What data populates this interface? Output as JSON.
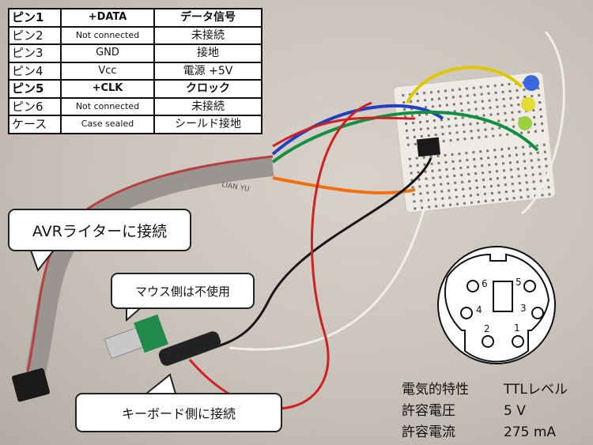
{
  "pin_table": {
    "rows": [
      {
        "pin": "ピン1",
        "signal": "+DATA",
        "meaning": "データ信号",
        "bold": true
      },
      {
        "pin": "ピン2",
        "signal": "Not connected",
        "meaning": "未接続",
        "bold": false
      },
      {
        "pin": "ピン3",
        "signal": "GND",
        "meaning": "接地",
        "bold": false
      },
      {
        "pin": "ピン4",
        "signal": "Vcc",
        "meaning": "電源 +5V",
        "bold": false
      },
      {
        "pin": "ピン5",
        "signal": "+CLK",
        "meaning": "クロック",
        "bold": true
      },
      {
        "pin": "ピン6",
        "signal": "Not connected",
        "meaning": "未接続",
        "bold": false
      },
      {
        "pin": "ケース",
        "signal": "Case sealed",
        "meaning": "シールド接地",
        "bold": false
      }
    ]
  },
  "callouts": {
    "avr": "AVRライターに接続",
    "mouse": "マウス側は不使用",
    "keyboard": "キーボード側に接続"
  },
  "cable_print": "LIAN YU",
  "connector": {
    "pins": [
      "1",
      "2",
      "3",
      "4",
      "5",
      "6"
    ]
  },
  "specs": [
    {
      "label": "電気的特性",
      "value": "TTLレベル"
    },
    {
      "label": "許容電圧",
      "value": "5 V"
    },
    {
      "label": "許容電流",
      "value": "275 mA"
    }
  ]
}
